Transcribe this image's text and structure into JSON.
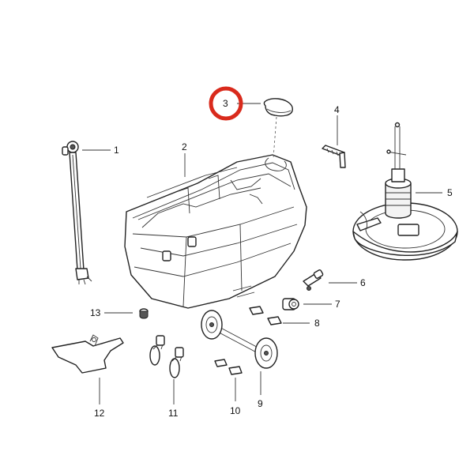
{
  "diagram": {
    "callouts": [
      {
        "id": "1",
        "label": "1"
      },
      {
        "id": "2",
        "label": "2"
      },
      {
        "id": "3",
        "label": "3"
      },
      {
        "id": "4",
        "label": "4"
      },
      {
        "id": "5",
        "label": "5"
      },
      {
        "id": "6",
        "label": "6"
      },
      {
        "id": "7",
        "label": "7"
      },
      {
        "id": "8",
        "label": "8"
      },
      {
        "id": "9",
        "label": "9"
      },
      {
        "id": "10",
        "label": "10"
      },
      {
        "id": "11",
        "label": "11"
      },
      {
        "id": "12",
        "label": "12"
      },
      {
        "id": "13",
        "label": "13"
      }
    ],
    "highlighted_callout": "3",
    "highlight_color": "#d92a1c"
  }
}
